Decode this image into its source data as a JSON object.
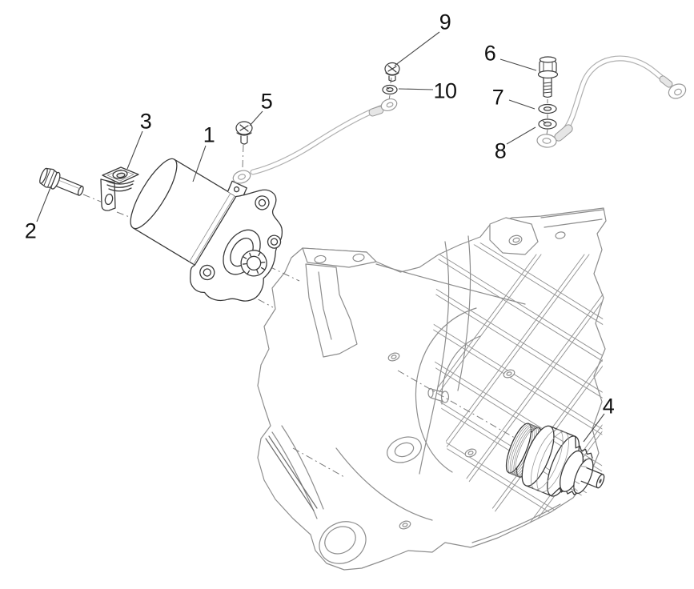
{
  "diagram": {
    "type": "exploded-parts-diagram",
    "subject": "starter-motor-assembly-on-engine-crankcase",
    "colors": {
      "background": "#ffffff",
      "part_line": "#3a3a3a",
      "case_line": "#8d8d8d",
      "cable_line": "#b0b0b0",
      "leader_line": "#4a4a4a",
      "label_text": "#111111"
    },
    "callouts": [
      {
        "label": "1",
        "part": "starter-motor"
      },
      {
        "label": "2",
        "part": "flange-bolt"
      },
      {
        "label": "3",
        "part": "mounting-bracket"
      },
      {
        "label": "4",
        "part": "starter-drive-gear"
      },
      {
        "label": "5",
        "part": "pan-head-screw"
      },
      {
        "label": "6",
        "part": "flange-bolt"
      },
      {
        "label": "7",
        "part": "washer"
      },
      {
        "label": "8",
        "part": "spring-washer"
      },
      {
        "label": "9",
        "part": "pan-head-screw"
      },
      {
        "label": "10",
        "part": "spring-washer"
      }
    ]
  }
}
